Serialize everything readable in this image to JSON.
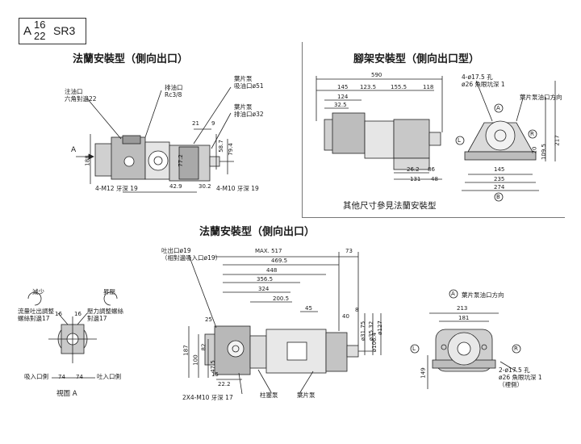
{
  "model": {
    "prefix": "A",
    "sup": "16",
    "sub": "22",
    "suffix": "SR3"
  },
  "titles": {
    "flange_side": "法蘭安裝型（側向出口）",
    "foot_side": "腳架安裝型（側向出口型）",
    "flange_side_bottom": "法蘭安裝型（側向出口）"
  },
  "note_other": "其他尺寸參見法蘭安裝型",
  "view_a": {
    "ccw_label": "減少",
    "cw_label": "昇壓",
    "left_note": [
      "流量吐出調整",
      "螺絲對邊17"
    ],
    "right_note": [
      "壓力調整螺絲",
      "對邊17"
    ],
    "dim_16a": "16",
    "dim_16b": "16",
    "inlet": "吸入口側",
    "dim_74a": "74",
    "dim_74b": "74",
    "outlet": "吐入口側",
    "caption": "視圖 A"
  },
  "tl": {
    "fill_port": [
      "注油口",
      "六角對邊22"
    ],
    "drain_port": [
      "排油口",
      "Rc3/8"
    ],
    "vane_inlet": [
      "葉片泵",
      "吸油口ø51"
    ],
    "vane_outlet": [
      "葉片泵",
      "排油口ø32"
    ],
    "arrow_a": "A",
    "dims": {
      "d188": "188",
      "d21": "21",
      "d9": "9",
      "d58_7": "58.7",
      "d79_4": "79.4",
      "d42_9": "42.9",
      "d30_2": "30.2",
      "d77": "77.2"
    },
    "bolt_left": "4-M12 牙深 19",
    "bolt_right": "4-M10 牙深 19"
  },
  "tr": {
    "dims_top": {
      "d590": "590",
      "d145": "145",
      "d123_5": "123.5",
      "d155_5": "155.5",
      "d118": "118",
      "d124": "124",
      "d32_5": "32.5"
    },
    "dims_bottom": {
      "d26_2": "26.2",
      "d86": "86",
      "d131": "131",
      "d48": "48"
    },
    "holes": [
      "4-ø17.5 孔",
      "ø26 魚眼坑深 1"
    ],
    "vane_dir": "葉片泵油口方向",
    "circle_a": "A",
    "circle_r": "R",
    "circle_l": "L",
    "circle_b": "B",
    "end_dims": {
      "d145": "145",
      "d235": "235",
      "d274": "274",
      "d20": "20",
      "d109_5": "109.5",
      "d217": "217"
    }
  },
  "bm": {
    "outlet": [
      "吐出口ø19",
      "（相對邊吸入口ø19）"
    ],
    "dims": {
      "max517": "MAX. 517",
      "d73": "73",
      "d469_5": "469.5",
      "d448": "448",
      "d356_5": "356.5",
      "d324": "324",
      "d200_5": "200.5",
      "d45": "45",
      "d40": "40",
      "d8": "8",
      "d25": "25",
      "d187": "187",
      "d100": "100",
      "d82": "82",
      "d47_5": "47.5",
      "d22_2": "22.2",
      "d15": "15",
      "d31_75": "ø31.75",
      "d35_32": "ø35.32",
      "d127": "ø127",
      "d106_4": "ø106.4"
    },
    "bolt": "2X4-M10 牙深 17",
    "piston_pump": "柱塞泵",
    "vane_pump": "葉片泵"
  },
  "br": {
    "vane_dir": "葉片泵油口方向",
    "circle_a": "A",
    "circle_l": "L",
    "circle_r": "R",
    "dims": {
      "d213": "213",
      "d181": "181",
      "d149": "149"
    },
    "holes": [
      "2-ø17.5 孔",
      "ø26 魚眼坑深 1",
      "（裡側）"
    ]
  }
}
